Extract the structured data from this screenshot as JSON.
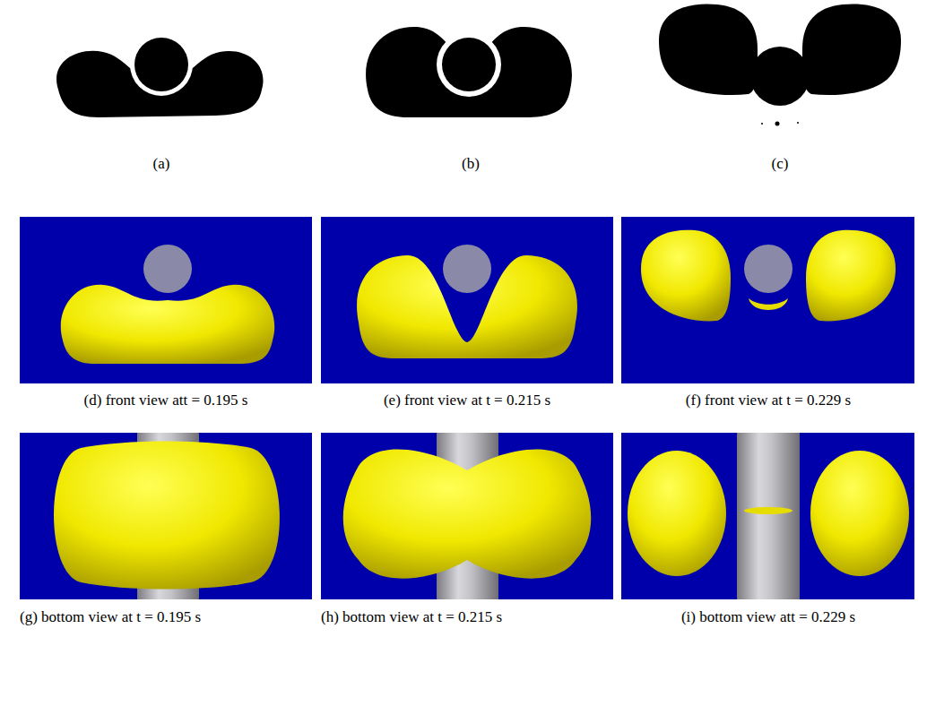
{
  "diagram": {
    "labels": [
      "(a)",
      "(b)",
      "(c)",
      "(d) front view att = 0.195 s",
      "(e) front view at t = 0.215 s",
      "(f) front view at t = 0.229 s",
      "(g) bottom view at t = 0.195 s",
      "(h) bottom view at t = 0.215 s",
      "(i) bottom view att = 0.229 s"
    ]
  }
}
